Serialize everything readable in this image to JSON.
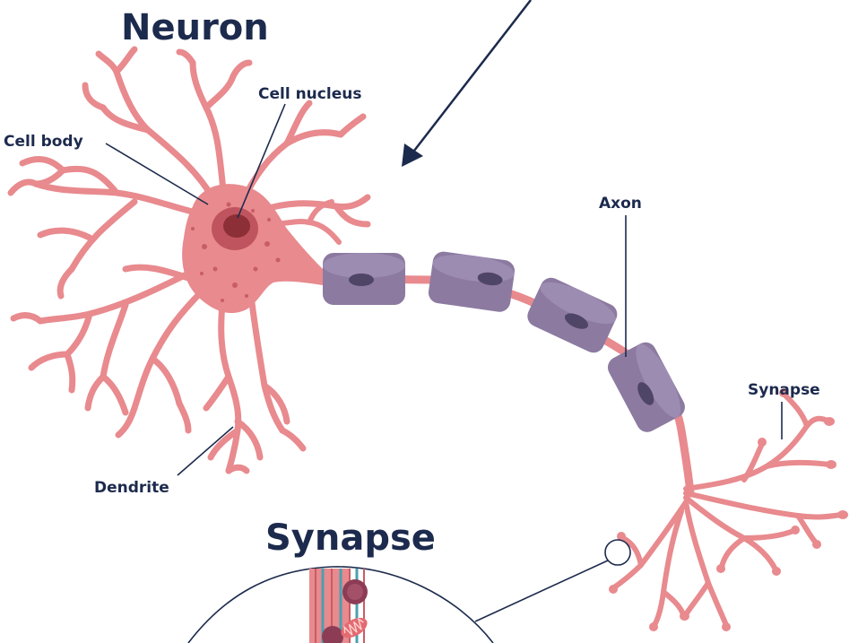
{
  "titles": {
    "neuron": "Neuron",
    "synapse": "Synapse"
  },
  "labels": {
    "cell_nucleus": "Cell nucleus",
    "cell_body": "Cell body",
    "axon": "Axon",
    "synapse": "Synapse",
    "dendrite": "Dendrite"
  },
  "colors": {
    "neuron_pink": "#e88a8e",
    "cell_body_pink": "#e88a8e",
    "nucleus_dark": "#8c2f36",
    "myelin_purple": "#8c7aa0",
    "label_navy": "#1c2a4d"
  }
}
